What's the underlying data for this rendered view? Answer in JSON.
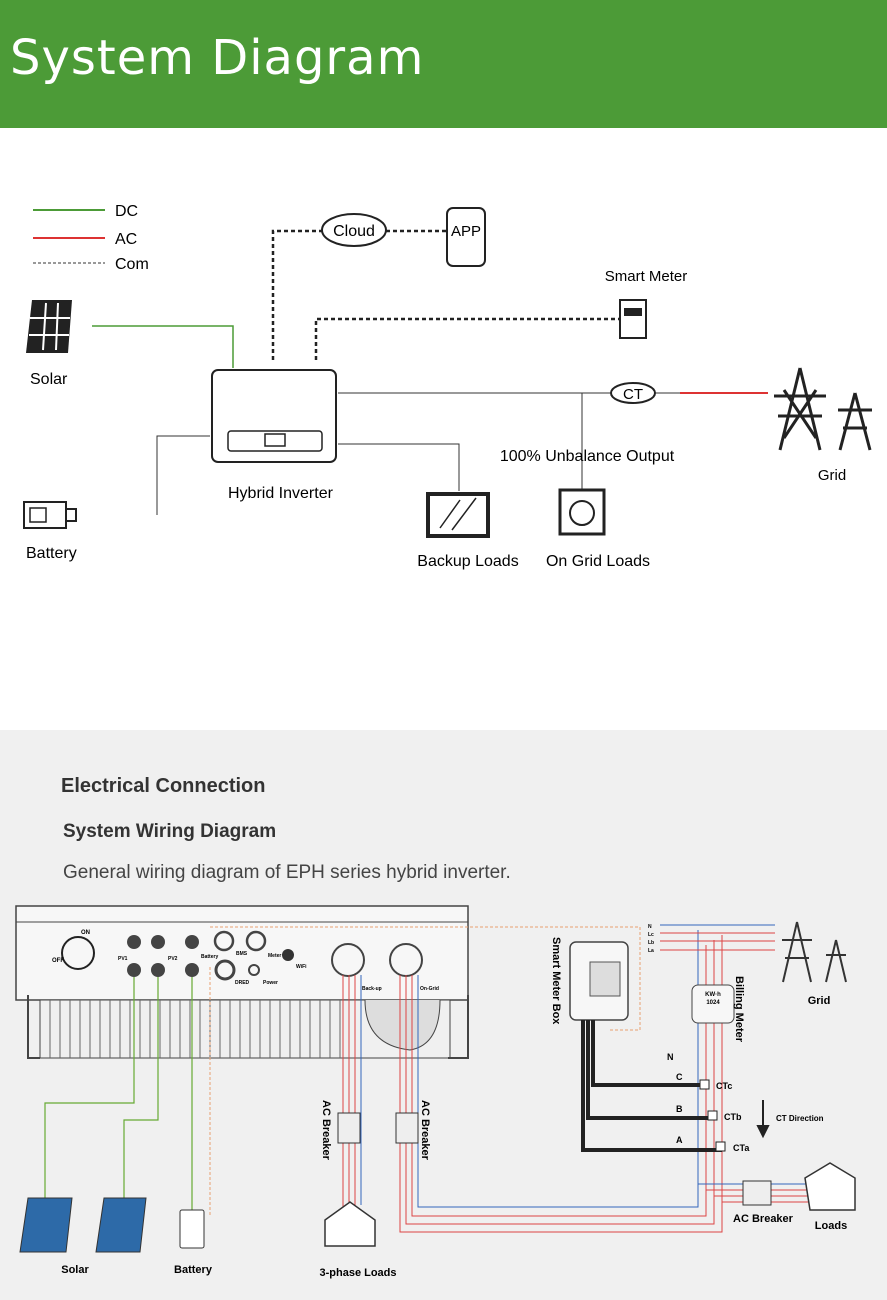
{
  "header": {
    "title": "System Diagram"
  },
  "system_diagram": {
    "legend": [
      {
        "label": "DC",
        "color": "#4c9b37"
      },
      {
        "label": "AC",
        "color": "#d33"
      },
      {
        "label": "Com",
        "color": "#333"
      }
    ],
    "nodes": {
      "cloud": "Cloud",
      "app": "APP",
      "smart_meter": "Smart Meter",
      "solar": "Solar",
      "hybrid_inverter": "Hybrid Inverter",
      "ct": "CT",
      "grid": "Grid",
      "battery": "Battery",
      "unbalance": "100% Unbalance Output",
      "backup_loads": "Backup Loads",
      "on_grid_loads": "On Grid Loads"
    }
  },
  "electrical": {
    "section_title": "Electrical Connection",
    "subtitle": "System Wiring Diagram",
    "description": "General wiring diagram of EPH series hybrid inverter.",
    "labels": {
      "on": "ON",
      "off": "OFF",
      "pv1": "PV1",
      "pv2": "PV2",
      "battery_port": "Battery",
      "bms": "BMS",
      "meter": "Meter",
      "wifi": "WiFi",
      "dred": "DRED",
      "power": "Power",
      "backup": "Back-up",
      "on_grid": "On-Grid",
      "ac_breaker_1": "AC Breaker",
      "ac_breaker_2": "AC Breaker",
      "solar": "Solar",
      "battery": "Battery",
      "three_phase_loads": "3-phase Loads",
      "smart_meter_box": "Smart Meter Box",
      "billing_meter": "Billing Meter",
      "kwh": "KW·h",
      "meter_reading": "1024",
      "grid": "Grid",
      "n": "N",
      "lc": "Lc",
      "lb": "Lb",
      "la": "La",
      "c": "C",
      "b": "B",
      "a": "A",
      "n2": "N",
      "ctc": "CTc",
      "ctb": "CTb",
      "cta": "CTa",
      "ct_direction": "CT  Direction",
      "ac_breaker_3": "AC Breaker",
      "loads": "Loads"
    }
  }
}
